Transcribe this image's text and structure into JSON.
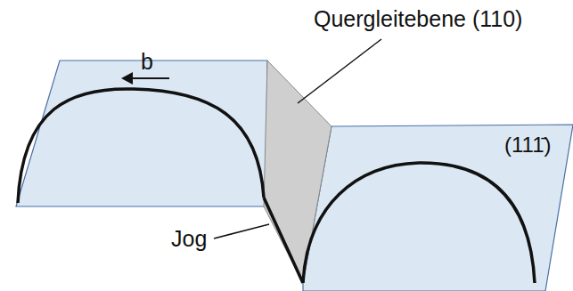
{
  "diagram": {
    "labels": [
      "Quergleitebene (110)",
      "b",
      "(111̄)",
      "Jog"
    ]
  }
}
